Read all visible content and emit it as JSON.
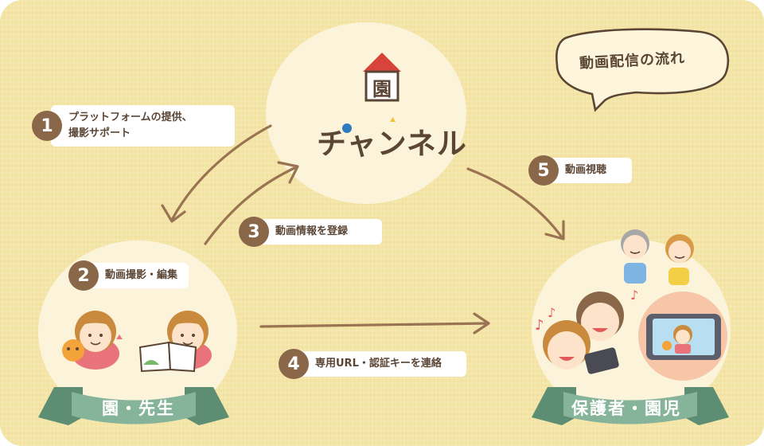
{
  "title": "動画配信の流れ",
  "logo": {
    "icon_char": "園",
    "name": "チャンネル"
  },
  "steps": [
    {
      "num": "1",
      "line1": "プラットフォームの提供、",
      "line2": "撮影サポート"
    },
    {
      "num": "2",
      "line1": "動画撮影・編集"
    },
    {
      "num": "3",
      "line1": "動画情報を登録"
    },
    {
      "num": "4",
      "line1": "専用URL・認証キーを連絡"
    },
    {
      "num": "5",
      "line1": "動画視聴"
    }
  ],
  "nodes": {
    "school": {
      "label": "園・先生"
    },
    "parents": {
      "label": "保護者・園児"
    }
  },
  "colors": {
    "background": "#f4e5a7",
    "circle": "#fbf4da",
    "accent": "#8b6749",
    "ribbon": "#86b49a",
    "roof": "#d9443a"
  }
}
